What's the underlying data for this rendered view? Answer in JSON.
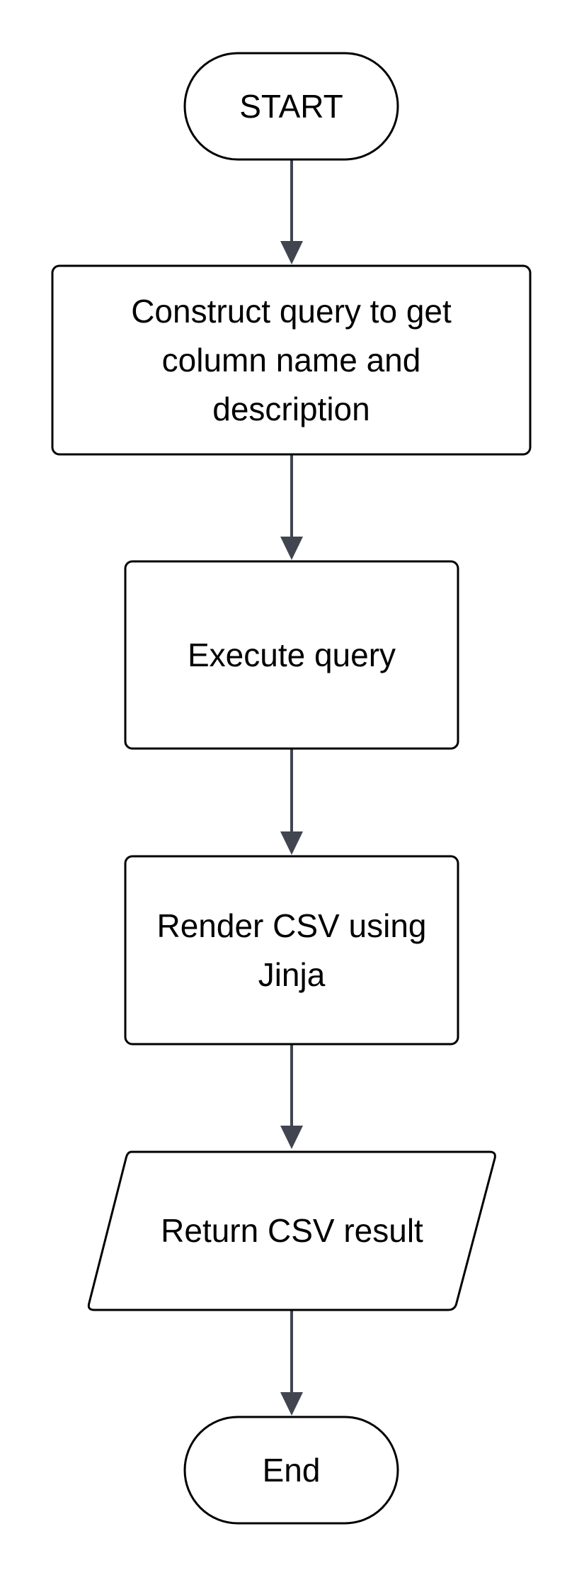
{
  "diagram": {
    "type": "flowchart",
    "nodes": [
      {
        "id": "start",
        "shape": "terminal",
        "text": "START"
      },
      {
        "id": "construct",
        "shape": "process",
        "text": "Construct query to get\ncolumn name and\ndescription"
      },
      {
        "id": "execute",
        "shape": "process",
        "text": "Execute query"
      },
      {
        "id": "render",
        "shape": "process",
        "text": "Render CSV using\nJinja"
      },
      {
        "id": "return",
        "shape": "io",
        "text": "Return CSV result"
      },
      {
        "id": "end",
        "shape": "terminal",
        "text": "End"
      }
    ],
    "edges": [
      {
        "from": "start",
        "to": "construct"
      },
      {
        "from": "construct",
        "to": "execute"
      },
      {
        "from": "execute",
        "to": "render"
      },
      {
        "from": "render",
        "to": "return"
      },
      {
        "from": "return",
        "to": "end"
      }
    ],
    "colors": {
      "node_fill": "#ffffff",
      "node_stroke": "#000000",
      "edge": "#404550",
      "text": "#000000"
    }
  }
}
